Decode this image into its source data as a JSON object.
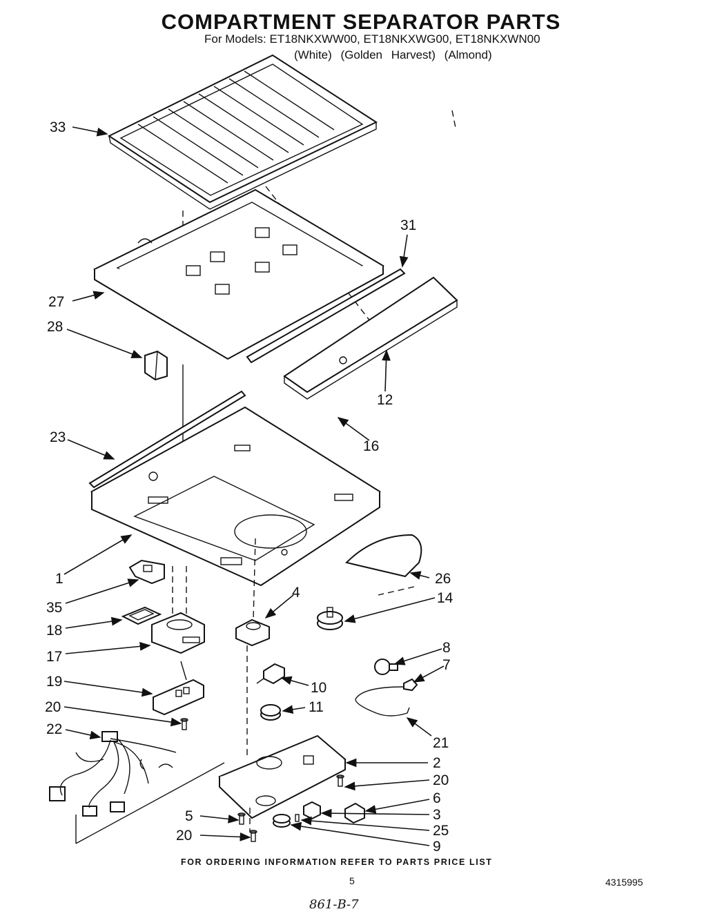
{
  "header": {
    "title": "COMPARTMENT SEPARATOR PARTS",
    "models": "For Models: ET18NKXWW00, ET18NKXWG00, ET18NKXWN00",
    "variants": "(White) (Golden Harvest) (Almond)"
  },
  "callouts": {
    "p33": "33",
    "p31": "31",
    "p27": "27",
    "p28": "28",
    "p12": "12",
    "p23": "23",
    "p16": "16",
    "p1": "1",
    "p26": "26",
    "p35": "35",
    "p4": "4",
    "p14": "14",
    "p18": "18",
    "p17": "17",
    "p8": "8",
    "p7": "7",
    "p19": "19",
    "p10": "10",
    "p20a": "20",
    "p11": "11",
    "p22": "22",
    "p21": "21",
    "p2": "2",
    "p20b": "20",
    "p6": "6",
    "p5": "5",
    "p3": "3",
    "p25": "25",
    "p20c": "20",
    "p9": "9"
  },
  "footer": {
    "ordering_note": "FOR ORDERING INFORMATION REFER TO PARTS PRICE LIST",
    "page_number": "5",
    "document_number": "4315995",
    "handwritten_note": "861-B-7"
  }
}
